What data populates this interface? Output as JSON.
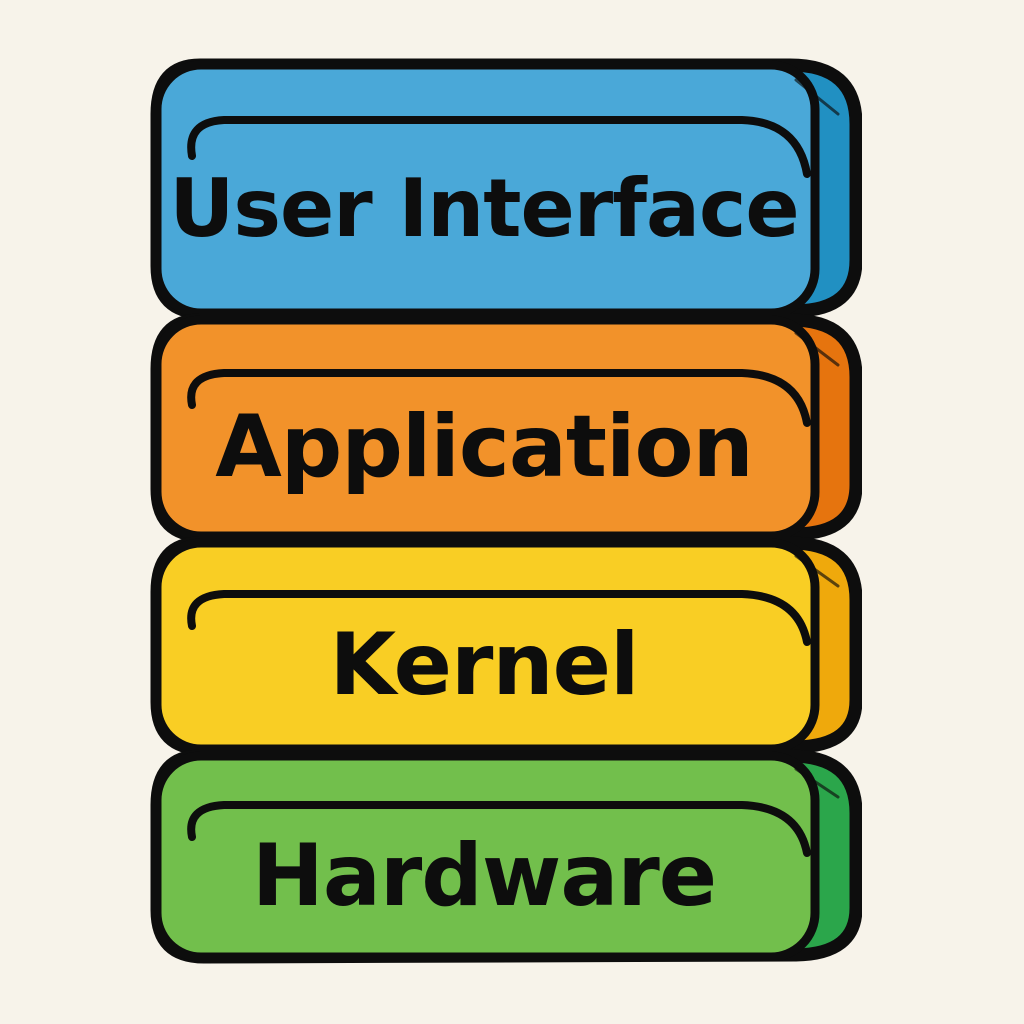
{
  "diagram": {
    "type": "layer-stack",
    "background_color": "#f7f3ea",
    "outline_color": "#0d0d0d",
    "layers": [
      {
        "label": "User Interface",
        "face_color": "#4aa8d8",
        "side_color": "#2190c2"
      },
      {
        "label": "Application",
        "face_color": "#f2922a",
        "side_color": "#e6740e"
      },
      {
        "label": "Kernel",
        "face_color": "#f9ce24",
        "side_color": "#efa90c"
      },
      {
        "label": "Hardware",
        "face_color": "#72bf4c",
        "side_color": "#2ba64b"
      }
    ]
  }
}
